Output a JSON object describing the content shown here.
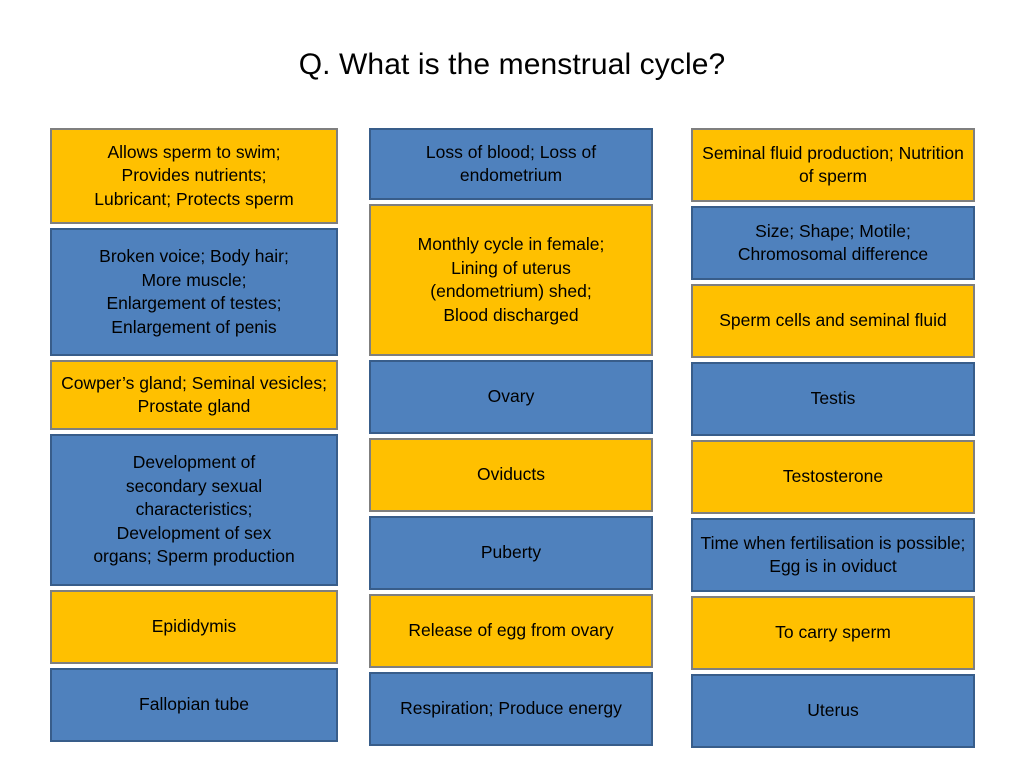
{
  "slide": {
    "title": "Q. What is the menstrual cycle?",
    "background_color": "#FFFFFF",
    "colors": {
      "yellow_fill": "#FFC000",
      "yellow_border": "#7F7F7F",
      "blue_fill": "#4F81BD",
      "blue_border": "#385D8A",
      "text": "#000000"
    }
  },
  "columns": [
    {
      "name": "column-1",
      "cards": [
        {
          "color": "yellow",
          "height": 96,
          "text": "Allows sperm to swim;\nProvides nutrients;\nLubricant; Protects sperm"
        },
        {
          "color": "blue",
          "height": 128,
          "text": "Broken voice; Body hair;\nMore muscle;\nEnlargement of testes;\nEnlargement of penis"
        },
        {
          "color": "yellow",
          "height": 70,
          "text": "Cowper’s gland; Seminal vesicles; Prostate gland"
        },
        {
          "color": "blue",
          "height": 152,
          "text": "Development of\nsecondary sexual\ncharacteristics;\nDevelopment of sex\norgans; Sperm production"
        },
        {
          "color": "yellow",
          "height": 74,
          "text": "Epididymis"
        },
        {
          "color": "blue",
          "height": 74,
          "text": "Fallopian tube"
        }
      ]
    },
    {
      "name": "column-2",
      "cards": [
        {
          "color": "blue",
          "height": 72,
          "text": "Loss of blood; Loss of endometrium"
        },
        {
          "color": "yellow",
          "height": 152,
          "text": "Monthly cycle in female;\nLining of uterus\n(endometrium) shed;\nBlood discharged"
        },
        {
          "color": "blue",
          "height": 74,
          "text": "Ovary"
        },
        {
          "color": "yellow",
          "height": 74,
          "text": "Oviducts"
        },
        {
          "color": "blue",
          "height": 74,
          "text": "Puberty"
        },
        {
          "color": "yellow",
          "height": 74,
          "text": "Release of egg from ovary"
        },
        {
          "color": "blue",
          "height": 74,
          "text": "Respiration; Produce energy"
        }
      ]
    },
    {
      "name": "column-3",
      "cards": [
        {
          "color": "yellow",
          "height": 74,
          "text": "Seminal fluid production; Nutrition of sperm"
        },
        {
          "color": "blue",
          "height": 74,
          "text": "Size; Shape; Motile; Chromosomal difference"
        },
        {
          "color": "yellow",
          "height": 74,
          "text": "Sperm cells and seminal fluid"
        },
        {
          "color": "blue",
          "height": 74,
          "text": "Testis"
        },
        {
          "color": "yellow",
          "height": 74,
          "text": "Testosterone"
        },
        {
          "color": "blue",
          "height": 74,
          "text": "Time when fertilisation is possible; Egg is in oviduct"
        },
        {
          "color": "yellow",
          "height": 74,
          "text": "To carry sperm"
        },
        {
          "color": "blue",
          "height": 74,
          "text": "Uterus"
        }
      ]
    }
  ]
}
